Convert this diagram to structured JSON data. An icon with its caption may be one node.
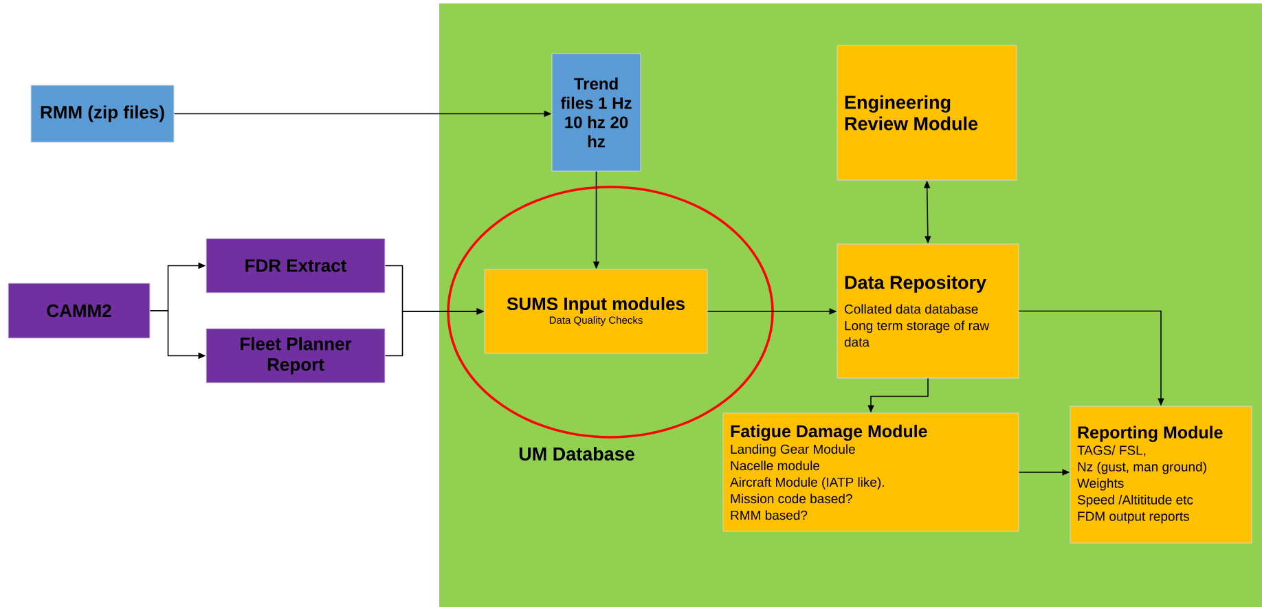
{
  "diagram": {
    "nodes": [
      {
        "text": [
          "UM Database"
        ]
      },
      {
        "text": [
          "RMM (zip files)"
        ]
      },
      {
        "text": [
          "Trend files 1 Hz 10 hz 20 hz"
        ],
        "in": 0
      },
      {
        "text": [
          "CAMM2"
        ]
      },
      {
        "text": [
          "FDR Extract"
        ]
      },
      {
        "text": [
          "Fleet Planner Report"
        ]
      },
      {
        "text": [
          "SUMS Input modules",
          "Data Quality Checks"
        ],
        "in": 0
      },
      {
        "text": [
          "Engineering Review Module"
        ],
        "in": 0
      },
      {
        "text": [
          "Data Repository",
          "Collated data database",
          "Long term storage of raw data"
        ],
        "in": 0
      },
      {
        "text": [
          "Fatigue Damage Module",
          "Landing Gear Module",
          "Nacelle module",
          "Aircraft Module (IATP like).",
          "Mission code based?",
          "RMM based?"
        ],
        "in": 0
      },
      {
        "text": [
          "Reporting Module",
          "TAGS/ FSL,",
          "Nz (gust, man ground)",
          "Weights",
          "Speed /Altititude etc",
          "FDM output reports"
        ],
        "in": 0
      }
    ],
    "edges": [
      {
        "from": 1,
        "to": 2,
        "arrow": "to"
      },
      {
        "from": 2,
        "to": 6,
        "arrow": "to"
      },
      {
        "from": 3,
        "to": 4,
        "arrow": "to"
      },
      {
        "from": 3,
        "to": 5,
        "arrow": "to"
      },
      {
        "from": 4,
        "to": 6,
        "arrow": "to"
      },
      {
        "from": 5,
        "to": 6,
        "arrow": "to"
      },
      {
        "from": 6,
        "to": 8,
        "arrow": "to"
      },
      {
        "from": 7,
        "to": 8,
        "arrow": "both"
      },
      {
        "from": 8,
        "to": 9,
        "arrow": "to"
      },
      {
        "from": 8,
        "to": 10,
        "arrow": "to"
      },
      {
        "from": 9,
        "to": 10,
        "arrow": "to"
      }
    ]
  }
}
